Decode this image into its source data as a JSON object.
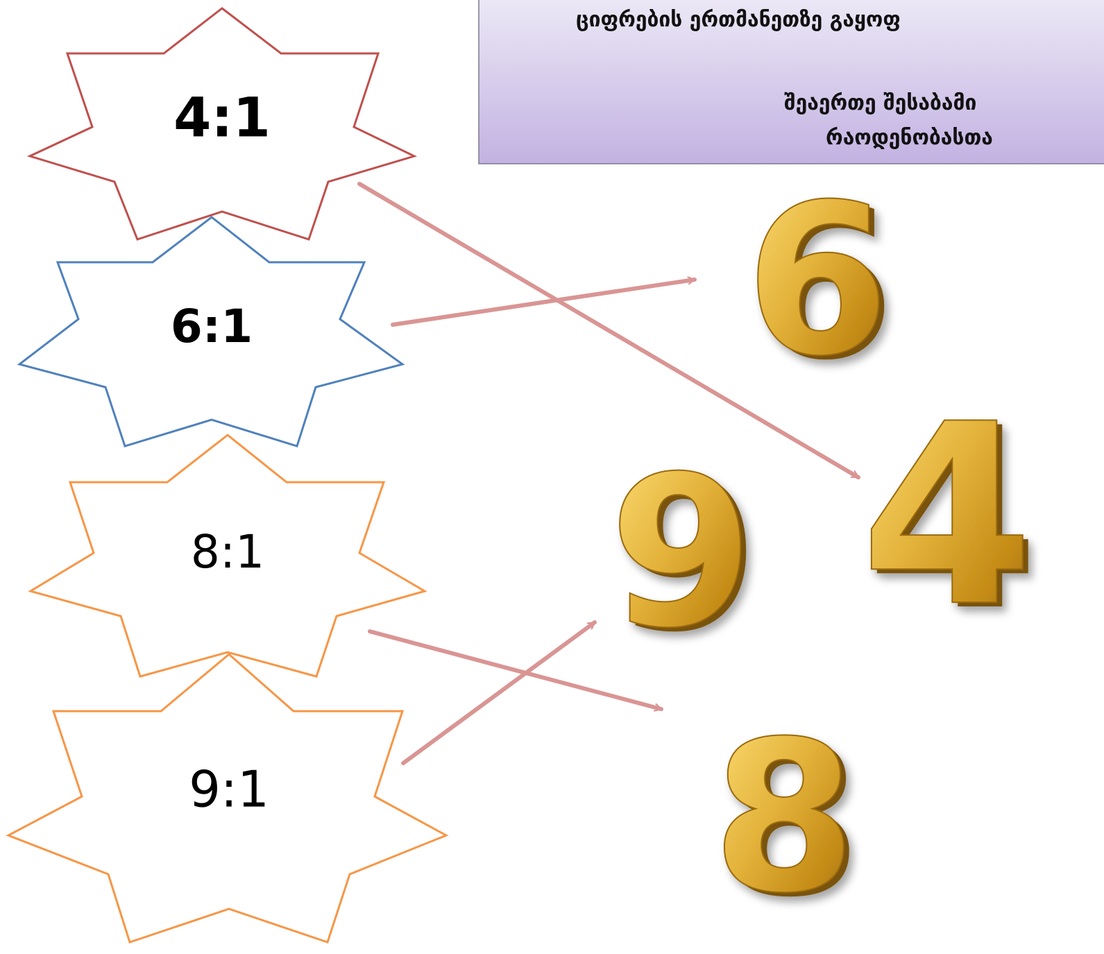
{
  "instruction": {
    "line1": "ციფრების ერთმანეთზე გაყოფ",
    "line2": "შეაერთე შესაბამი",
    "line3": "რაოდენობასთა"
  },
  "cards": [
    {
      "label": "4:1",
      "bold": true,
      "outline": "#c0504d"
    },
    {
      "label": "6:1",
      "bold": true,
      "outline": "#4f81bd"
    },
    {
      "label": "8:1",
      "bold": false,
      "outline": "#f79646"
    },
    {
      "label": "9:1",
      "bold": false,
      "outline": "#f79646"
    }
  ],
  "answers": [
    {
      "digit": "6"
    },
    {
      "digit": "9"
    },
    {
      "digit": "4"
    },
    {
      "digit": "8"
    }
  ],
  "connections": [
    {
      "from": "4:1",
      "to": "4"
    },
    {
      "from": "6:1",
      "to": "6"
    },
    {
      "from": "8:1",
      "to": "8"
    },
    {
      "from": "9:1",
      "to": "9"
    }
  ],
  "colors": {
    "panel_top": "#ece8f6",
    "panel_bottom": "#c3b2e2",
    "panel_border": "#7b7b8c",
    "arrow": "#d99594",
    "gold_light": "#ffe27a",
    "gold_mid": "#d9a21f",
    "gold_dark": "#7a5208"
  }
}
